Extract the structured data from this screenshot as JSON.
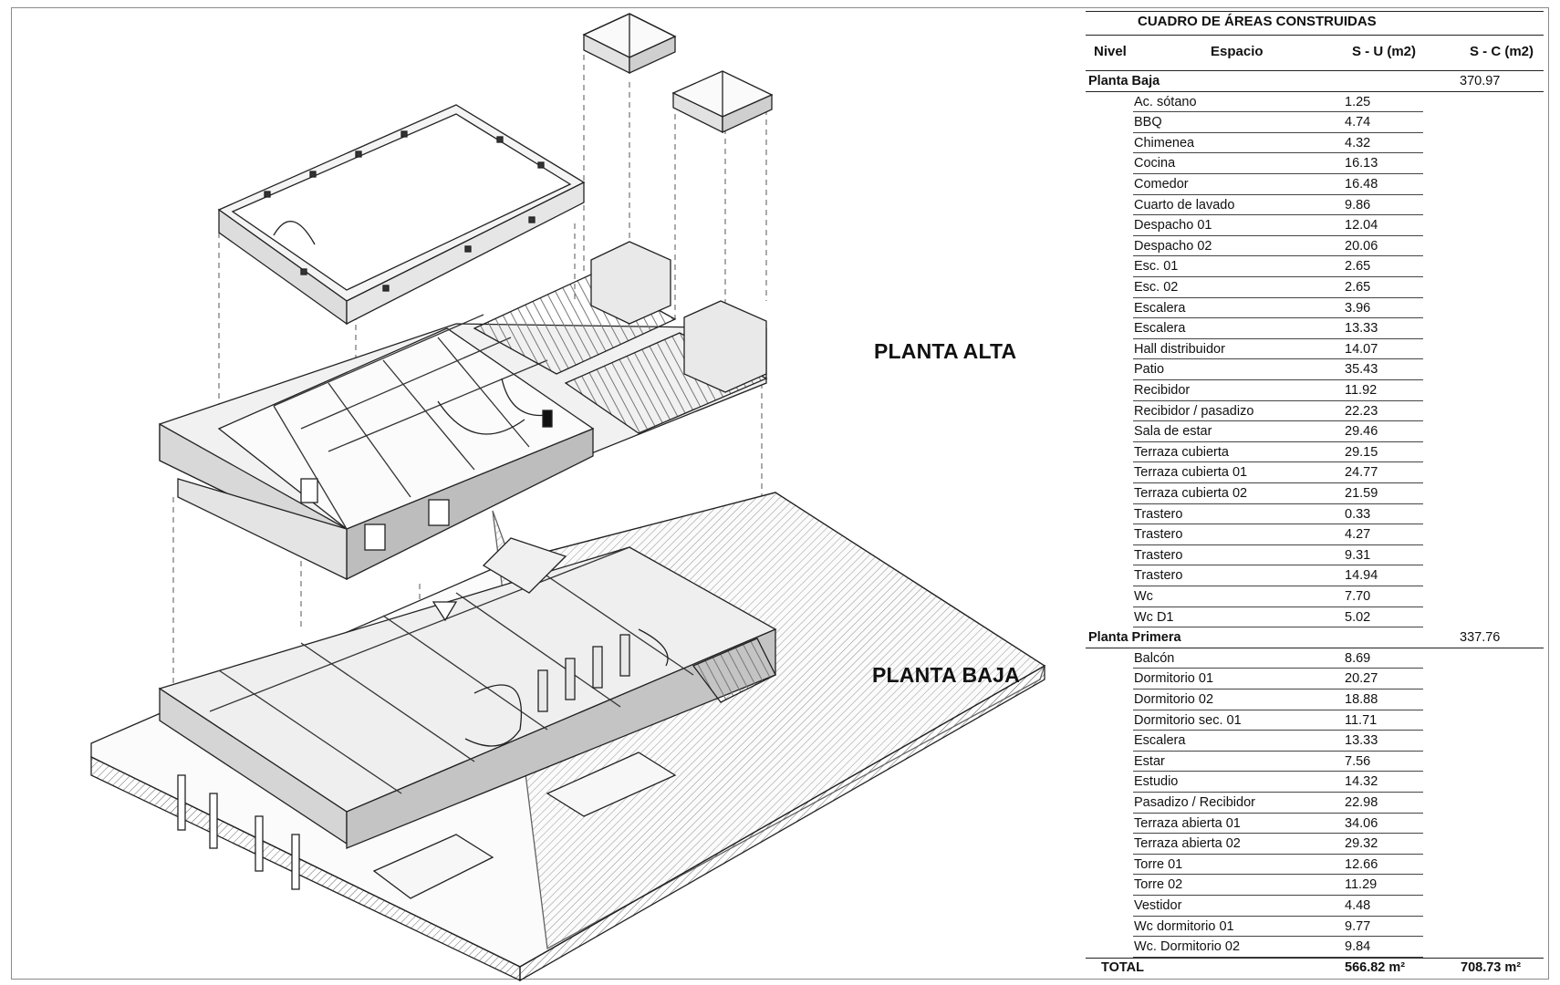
{
  "labels": {
    "upper": "PLANTA ALTA",
    "lower": "PLANTA BAJA"
  },
  "table": {
    "title": "CUADRO DE ÁREAS CONSTRUIDAS",
    "headers": {
      "level": "Nivel",
      "space": "Espacio",
      "su": "S - U (m2)",
      "sc": "S - C (m2)"
    },
    "levels": [
      {
        "name": "Planta Baja",
        "sc": "370.97",
        "rows": [
          {
            "space": "Ac. sótano",
            "su": "1.25"
          },
          {
            "space": "BBQ",
            "su": "4.74"
          },
          {
            "space": "Chimenea",
            "su": "4.32"
          },
          {
            "space": "Cocina",
            "su": "16.13"
          },
          {
            "space": "Comedor",
            "su": "16.48"
          },
          {
            "space": "Cuarto de lavado",
            "su": "9.86"
          },
          {
            "space": "Despacho 01",
            "su": "12.04"
          },
          {
            "space": "Despacho 02",
            "su": "20.06"
          },
          {
            "space": "Esc. 01",
            "su": "2.65"
          },
          {
            "space": "Esc. 02",
            "su": "2.65"
          },
          {
            "space": "Escalera",
            "su": "3.96"
          },
          {
            "space": "Escalera",
            "su": "13.33"
          },
          {
            "space": "Hall distribuidor",
            "su": "14.07"
          },
          {
            "space": "Patio",
            "su": "35.43"
          },
          {
            "space": "Recibidor",
            "su": "11.92"
          },
          {
            "space": "Recibidor / pasadizo",
            "su": "22.23"
          },
          {
            "space": "Sala de estar",
            "su": "29.46"
          },
          {
            "space": "Terraza cubierta",
            "su": "29.15"
          },
          {
            "space": "Terraza cubierta 01",
            "su": "24.77"
          },
          {
            "space": "Terraza cubierta 02",
            "su": "21.59"
          },
          {
            "space": "Trastero",
            "su": "0.33"
          },
          {
            "space": "Trastero",
            "su": "4.27"
          },
          {
            "space": "Trastero",
            "su": "9.31"
          },
          {
            "space": "Trastero",
            "su": "14.94"
          },
          {
            "space": "Wc",
            "su": "7.70"
          },
          {
            "space": "Wc D1",
            "su": "5.02"
          }
        ]
      },
      {
        "name": "Planta Primera",
        "sc": "337.76",
        "rows": [
          {
            "space": "Balcón",
            "su": "8.69"
          },
          {
            "space": "Dormitorio 01",
            "su": "20.27"
          },
          {
            "space": "Dormitorio 02",
            "su": "18.88"
          },
          {
            "space": "Dormitorio sec. 01",
            "su": "11.71"
          },
          {
            "space": "Escalera",
            "su": "13.33"
          },
          {
            "space": "Estar",
            "su": "7.56"
          },
          {
            "space": "Estudio",
            "su": "14.32"
          },
          {
            "space": "Pasadizo / Recibidor",
            "su": "22.98"
          },
          {
            "space": "Terraza abierta 01",
            "su": "34.06"
          },
          {
            "space": "Terraza abierta 02",
            "su": "29.32"
          },
          {
            "space": "Torre 01",
            "su": "12.66"
          },
          {
            "space": "Torre 02",
            "su": "11.29"
          },
          {
            "space": "Vestidor",
            "su": "4.48"
          },
          {
            "space": "Wc dormitorio 01",
            "su": "9.77"
          },
          {
            "space": "Wc. Dormitorio 02",
            "su": "9.84"
          }
        ]
      }
    ],
    "total": {
      "label": "TOTAL",
      "su": "566.82 m²",
      "sc": "708.73 m²"
    }
  }
}
